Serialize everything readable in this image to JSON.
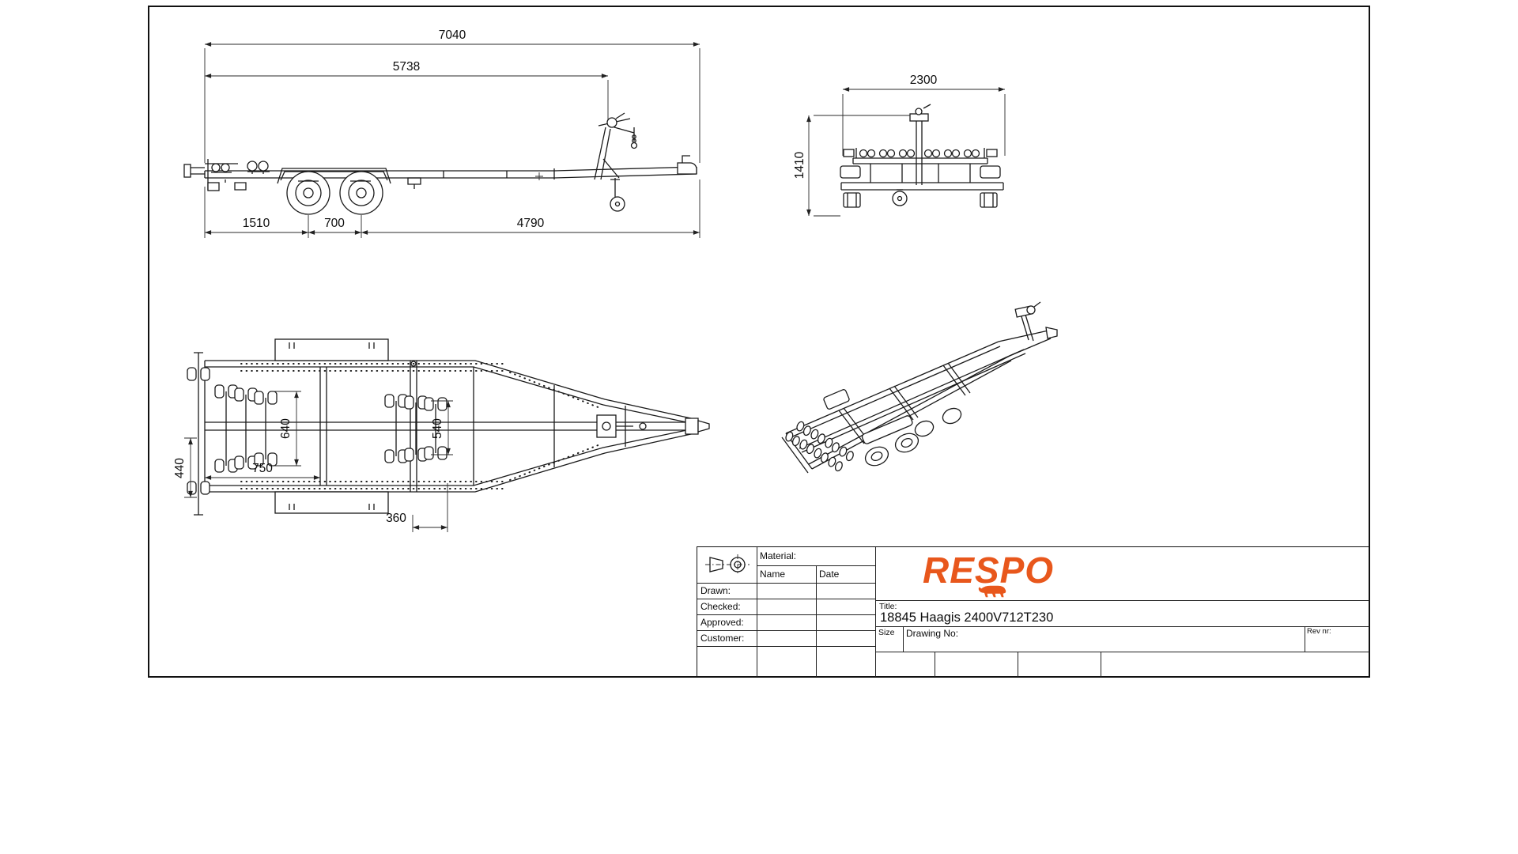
{
  "palette": {
    "line": "#1a1a1a",
    "dim_line": "#2a2a2a",
    "accent_orange": "#E8571C",
    "paper": "#ffffff"
  },
  "drawing": {
    "side_view": {
      "dims": {
        "overall_length": "7040",
        "tip_to_winch": "5738",
        "rear_to_first_axle": "1510",
        "axle_spacing": "700",
        "axle_to_coupling": "4790"
      }
    },
    "rear_view": {
      "dims": {
        "overall_width": "2300",
        "overall_height": "1410"
      }
    },
    "plan_view": {
      "dims": {
        "rear_roller_spread": "640",
        "front_roller_spread": "540",
        "side_roller_offset": "440",
        "rear_member": "750",
        "walkway_offset": "360"
      }
    }
  },
  "title_block": {
    "material_label": "Material:",
    "name_label": "Name",
    "date_label": "Date",
    "drawn_label": "Drawn:",
    "checked_label": "Checked:",
    "approved_label": "Approved:",
    "customer_label": "Customer:",
    "brand": "RESPO",
    "brand_icon": "bull-icon",
    "projection_icon": "first-angle-projection-symbol",
    "title_label": "Title:",
    "title_value": "18845 Haagis 2400V712T230",
    "size_label": "Size",
    "drawing_no_label": "Drawing No:",
    "rev_label": "Rev nr:"
  }
}
